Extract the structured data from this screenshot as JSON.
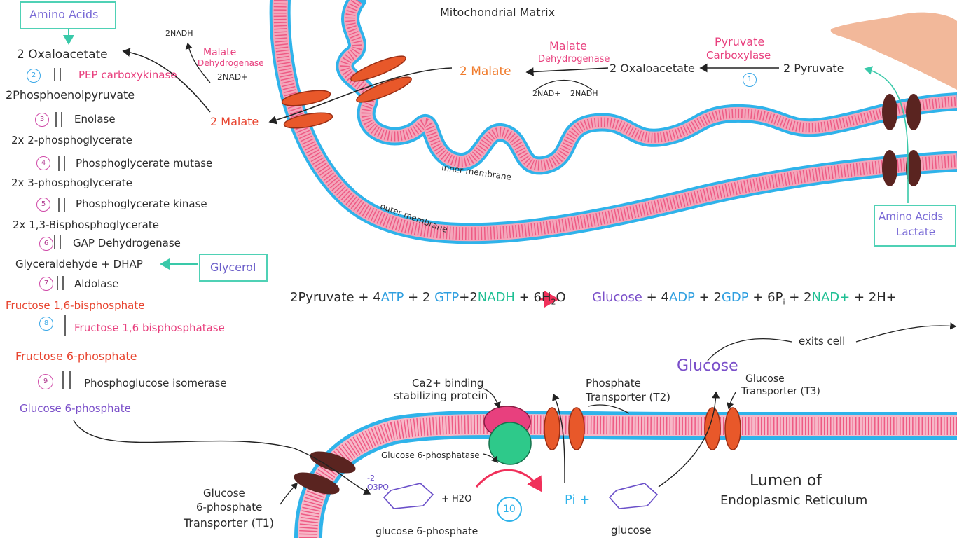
{
  "pathway": {
    "amino_acids_box": "Amino Acids",
    "metabolites": {
      "oxaloacetate": "2 Oxaloacetate",
      "pep": "2Phosphoenolpyruvate",
      "pg2": "2x 2-phosphoglycerate",
      "pg3": "2x 3-phosphoglycerate",
      "bpg": "2x 1,3-Bisphosphoglycerate",
      "g3p_dhap": "Glyceraldehyde + DHAP",
      "f16bp": "Fructose 1,6-bisphosphate",
      "f6p": "Fructose 6-phosphate",
      "g6p": "Glucose 6-phosphate"
    },
    "enzymes": [
      {
        "num": "2",
        "name": "PEP carboxykinase"
      },
      {
        "num": "3",
        "name": "Enolase"
      },
      {
        "num": "4",
        "name": "Phosphoglycerate mutase"
      },
      {
        "num": "5",
        "name": "Phosphoglycerate kinase"
      },
      {
        "num": "6",
        "name": "GAP Dehydrogenase"
      },
      {
        "num": "7",
        "name": "Aldolase"
      },
      {
        "num": "8",
        "name": "Fructose 1,6 bisphosphatase"
      },
      {
        "num": "9",
        "name": "Phosphoglucose isomerase"
      }
    ],
    "glycerol_box": "Glycerol"
  },
  "mitochondrion": {
    "matrix_label": "Mitochondrial Matrix",
    "malate_left": "2 Malate",
    "malate_matrix": "2 Malate",
    "oxaloacetate_matrix": "2 Oxaloacetate",
    "pyruvate": "2 Pyruvate",
    "mdh_top_line1": "Malate",
    "mdh_top_line2": "Dehydrogenase",
    "mdh_left_line1": "Malate",
    "mdh_left_line2": "Dehydrogenase",
    "pc_line1": "Pyruvate",
    "pc_line2": "Carboxylase",
    "step1": "1",
    "nadh_left": "2NADH",
    "nad_left": "2NAD+",
    "nad_matrix": "2NAD+",
    "nadh_matrix": "2NADH",
    "inner_membrane": "inner membrane",
    "outer_membrane": "outer membrane",
    "aa_lactate_line1": "Amino Acids",
    "aa_lactate_line2": "Lactate"
  },
  "equation": {
    "pyruvate": "2Pyruvate",
    "plus1": "+ 4",
    "atp": "ATP",
    "plus2": "+ 2",
    "gtp": "GTP",
    "plus3": "+2",
    "nadh": "NADH",
    "plus4": "+ 6H",
    "h2o_sub": "2",
    "h2o_o": "O",
    "glucose": "Glucose",
    "plus5": "+ 4",
    "adp": "ADP",
    "plus6": "+ 2",
    "gdp": "GDP",
    "plus7": "+ 6P",
    "pi_sub": "i",
    "plus8": "+ 2",
    "nad": "NAD+",
    "h": "+ 2H+"
  },
  "er": {
    "exits_cell": "exits cell",
    "glucose_big": "Glucose",
    "glucose_transporter_line1": "Glucose",
    "glucose_transporter_line2": "Transporter (T3)",
    "phosphate_transporter_line1": "Phosphate",
    "phosphate_transporter_line2": "Transporter (T2)",
    "ca_line1": "Ca2+ binding",
    "ca_line2": "stabilizing protein",
    "g6pase": "Glucose 6-phosphatase",
    "g6p_transporter_line1": "Glucose",
    "g6p_transporter_line2": "6-phosphate",
    "g6p_transporter_line3": "Transporter (T1)",
    "lumen_line1": "Lumen of",
    "lumen_line2": "Endoplasmic Reticulum",
    "g6p_molecule": "glucose 6-phosphate",
    "glucose_molecule": "glucose",
    "plus_h2o": "+ H2O",
    "pi": "Pi +",
    "step10": "10",
    "po3": "-2 O3PO"
  },
  "colors": {
    "membrane_blue": "#2fb3ea",
    "membrane_pink": "#ee5a84",
    "transporter_orange": "#e8582a",
    "transporter_brown": "#5a2420",
    "enzyme_green": "#2ec98a",
    "enzyme_pink": "#e8407e",
    "teal_box": "#4fd1b5"
  }
}
